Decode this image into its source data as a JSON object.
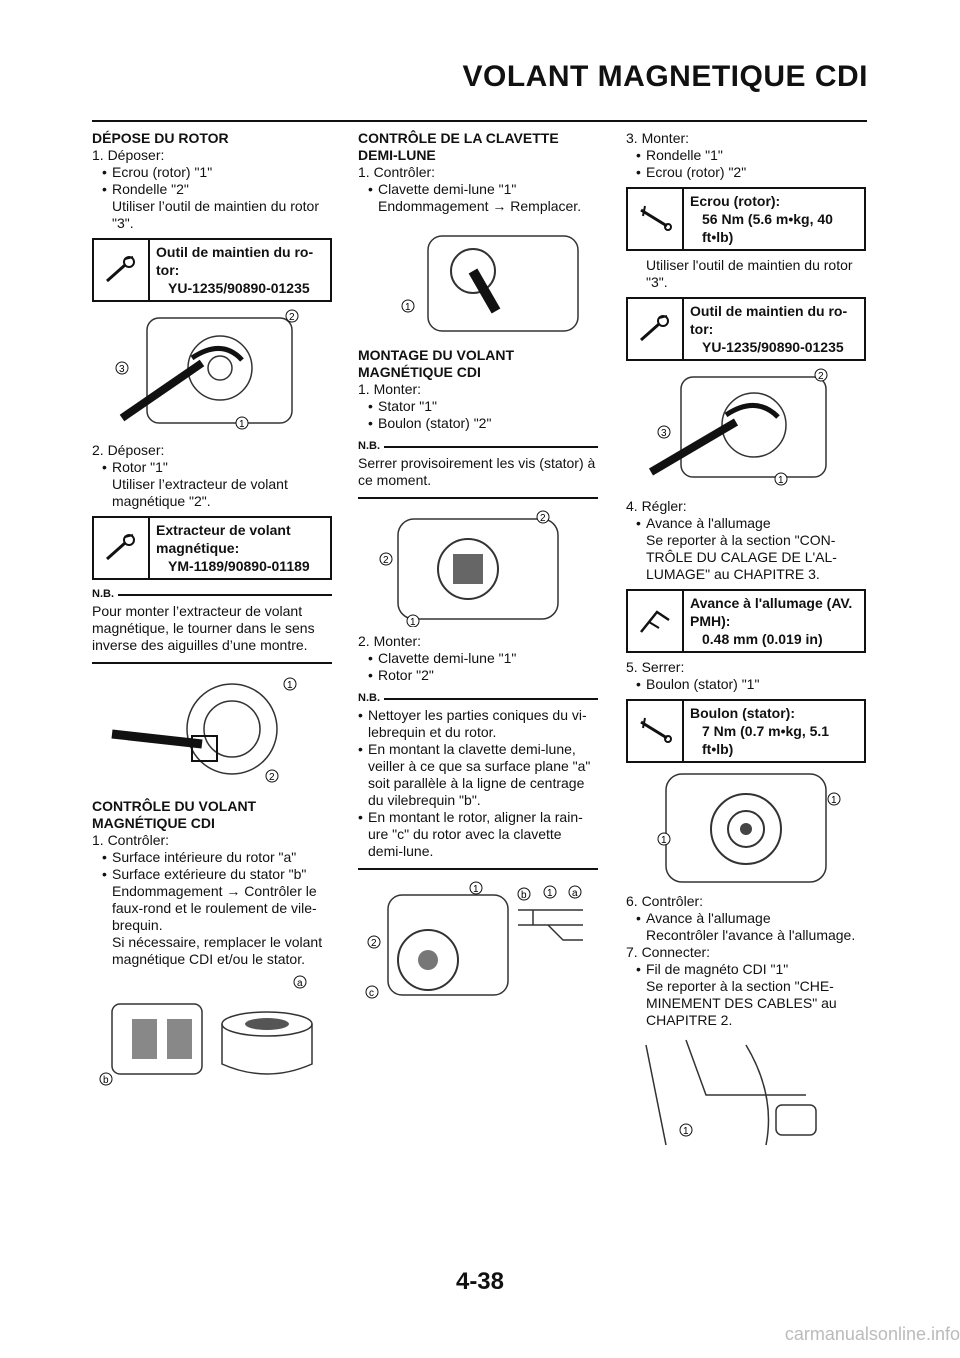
{
  "header": {
    "title": "VOLANT MAGNETIQUE CDI"
  },
  "col1": {
    "sec1": {
      "title": "DÉPOSE DU ROTOR",
      "step1": "1. Déposer:",
      "b1": "Ecrou (rotor) \"1\"",
      "b2": "Rondelle \"2\"",
      "note": "Utiliser l’outil de maintien du rotor \"3\".",
      "tool": {
        "label": "Outil de maintien du ro-tor:",
        "value": "YU-1235/90890-01235"
      },
      "step2": "2. Déposer:",
      "b3": "Rotor \"1\"",
      "note2": "Utiliser l’extracteur de volant magnétique \"2\".",
      "tool2": {
        "label": "Extracteur de volant magnétique:",
        "value": "YM-1189/90890-01189"
      },
      "nb_label": "N.B.",
      "nb_text": "Pour monter l’extracteur de volant magnétique, le tourner dans le sens inverse des aiguilles d’une montre."
    },
    "sec2": {
      "title": "CONTRÔLE DU VOLANT MAGNÉTIQUE CDI",
      "step1": "1. Contrôler:",
      "b1": "Surface intérieure du rotor \"a\"",
      "b2": "Surface extérieure du stator \"b\"",
      "note": "Endommagement → Contrôler le faux-rond et le roulement de vile-brequin.",
      "note2": "Si nécessaire, remplacer le volant magnétique CDI et/ou le stator."
    }
  },
  "col2": {
    "sec1": {
      "title": "CONTRÔLE DE LA CLAVETTE DEMI-LUNE",
      "step1": "1. Contrôler:",
      "b1": "Clavette demi-lune \"1\"",
      "note": "Endommagement → Remplacer."
    },
    "sec2": {
      "title": "MONTAGE DU VOLANT MAGNÉTIQUE CDI",
      "step1": "1. Monter:",
      "b1": "Stator \"1\"",
      "b2": "Boulon (stator) \"2\"",
      "nb_label": "N.B.",
      "nb_text": "Serrer provisoirement les vis (stator) à ce moment.",
      "step2": "2. Monter:",
      "b3": "Clavette demi-lune \"1\"",
      "b4": "Rotor \"2\"",
      "nb2_label": "N.B.",
      "nb2_items": [
        "Nettoyer les parties coniques du vi-lebrequin et du rotor.",
        "En montant la clavette demi-lune, veiller à ce que sa surface plane \"a\" soit parallèle à la ligne de centrage du vilebrequin \"b\".",
        "En montant le rotor, aligner la rain-ure \"c\" du rotor avec la clavette demi-lune."
      ]
    }
  },
  "col3": {
    "step3": "3. Monter:",
    "b1": "Rondelle \"1\"",
    "b2": "Ecrou (rotor) \"2\"",
    "spec1": {
      "label": "Ecrou (rotor):",
      "value": "56 Nm (5.6 m•kg, 40 ft•lb)"
    },
    "note1": "Utiliser l'outil de maintien du rotor \"3\".",
    "tool": {
      "label": "Outil de maintien du ro-tor:",
      "value": "YU-1235/90890-01235"
    },
    "step4": "4. Régler:",
    "b3": "Avance à l'allumage",
    "note2": "Se reporter à la section \"CON-TRÔLE DU CALAGE DE L'AL-LUMAGE\" au CHAPITRE 3.",
    "spec2": {
      "label": "Avance à l'allumage (AV. PMH):",
      "value": "0.48 mm (0.019 in)"
    },
    "step5": "5. Serrer:",
    "b4": "Boulon (stator) \"1\"",
    "spec3": {
      "label": "Boulon (stator):",
      "value": "7 Nm (0.7 m•kg, 5.1 ft•lb)"
    },
    "step6": "6. Contrôler:",
    "b5": "Avance à l'allumage",
    "note3": "Recontrôler l'avance à l'allumage.",
    "step7": "7. Connecter:",
    "b6": "Fil de magnéto CDI \"1\"",
    "note4": "Se reporter à la section \"CHE-MINEMENT DES CABLES\" au CHAPITRE 2."
  },
  "callouts": {
    "c1": "1",
    "c2": "2",
    "c3": "3",
    "ca": "a",
    "cb": "b",
    "cc": "c"
  },
  "footer": {
    "page_number": "4-38",
    "watermark": "carmanualsonline.info"
  }
}
